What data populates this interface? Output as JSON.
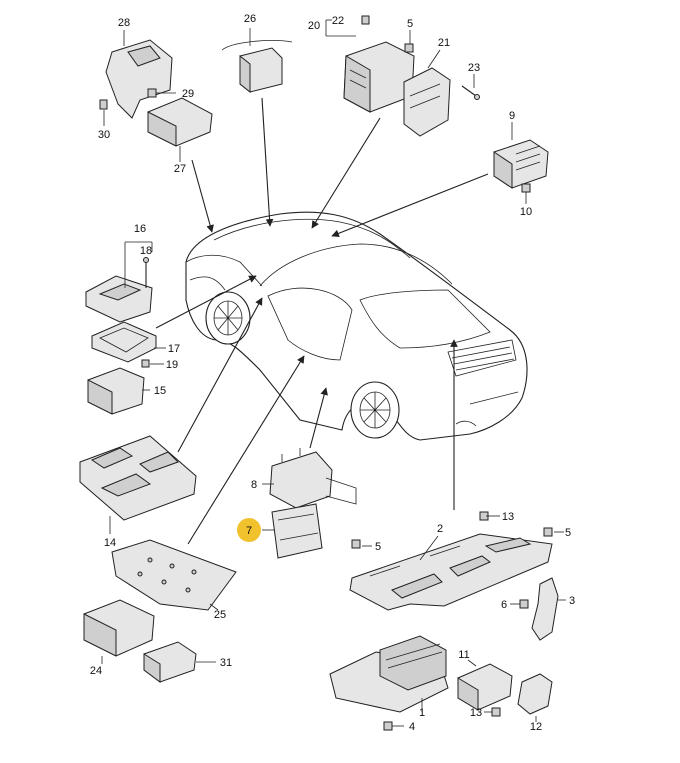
{
  "callouts": [
    {
      "id": "1",
      "label": "1"
    },
    {
      "id": "2",
      "label": "2"
    },
    {
      "id": "3",
      "label": "3"
    },
    {
      "id": "4",
      "label": "4"
    },
    {
      "id": "5a",
      "label": "5"
    },
    {
      "id": "5b",
      "label": "5"
    },
    {
      "id": "5c",
      "label": "5"
    },
    {
      "id": "6",
      "label": "6"
    },
    {
      "id": "7",
      "label": "7",
      "highlighted": true
    },
    {
      "id": "8",
      "label": "8"
    },
    {
      "id": "9",
      "label": "9"
    },
    {
      "id": "10",
      "label": "10"
    },
    {
      "id": "11",
      "label": "11"
    },
    {
      "id": "12",
      "label": "12"
    },
    {
      "id": "13a",
      "label": "13"
    },
    {
      "id": "13b",
      "label": "13"
    },
    {
      "id": "14",
      "label": "14"
    },
    {
      "id": "15",
      "label": "15"
    },
    {
      "id": "16",
      "label": "16"
    },
    {
      "id": "17",
      "label": "17"
    },
    {
      "id": "18",
      "label": "18"
    },
    {
      "id": "19",
      "label": "19"
    },
    {
      "id": "20",
      "label": "20"
    },
    {
      "id": "21",
      "label": "21"
    },
    {
      "id": "22",
      "label": "22"
    },
    {
      "id": "23",
      "label": "23"
    },
    {
      "id": "24",
      "label": "24"
    },
    {
      "id": "25",
      "label": "25"
    },
    {
      "id": "26",
      "label": "26"
    },
    {
      "id": "27",
      "label": "27"
    },
    {
      "id": "28",
      "label": "28"
    },
    {
      "id": "29",
      "label": "29"
    },
    {
      "id": "30",
      "label": "30"
    },
    {
      "id": "31",
      "label": "31"
    }
  ],
  "colors": {
    "highlight": "#f2c12e",
    "line": "#222222",
    "part_fill": "#e6e6e6"
  }
}
